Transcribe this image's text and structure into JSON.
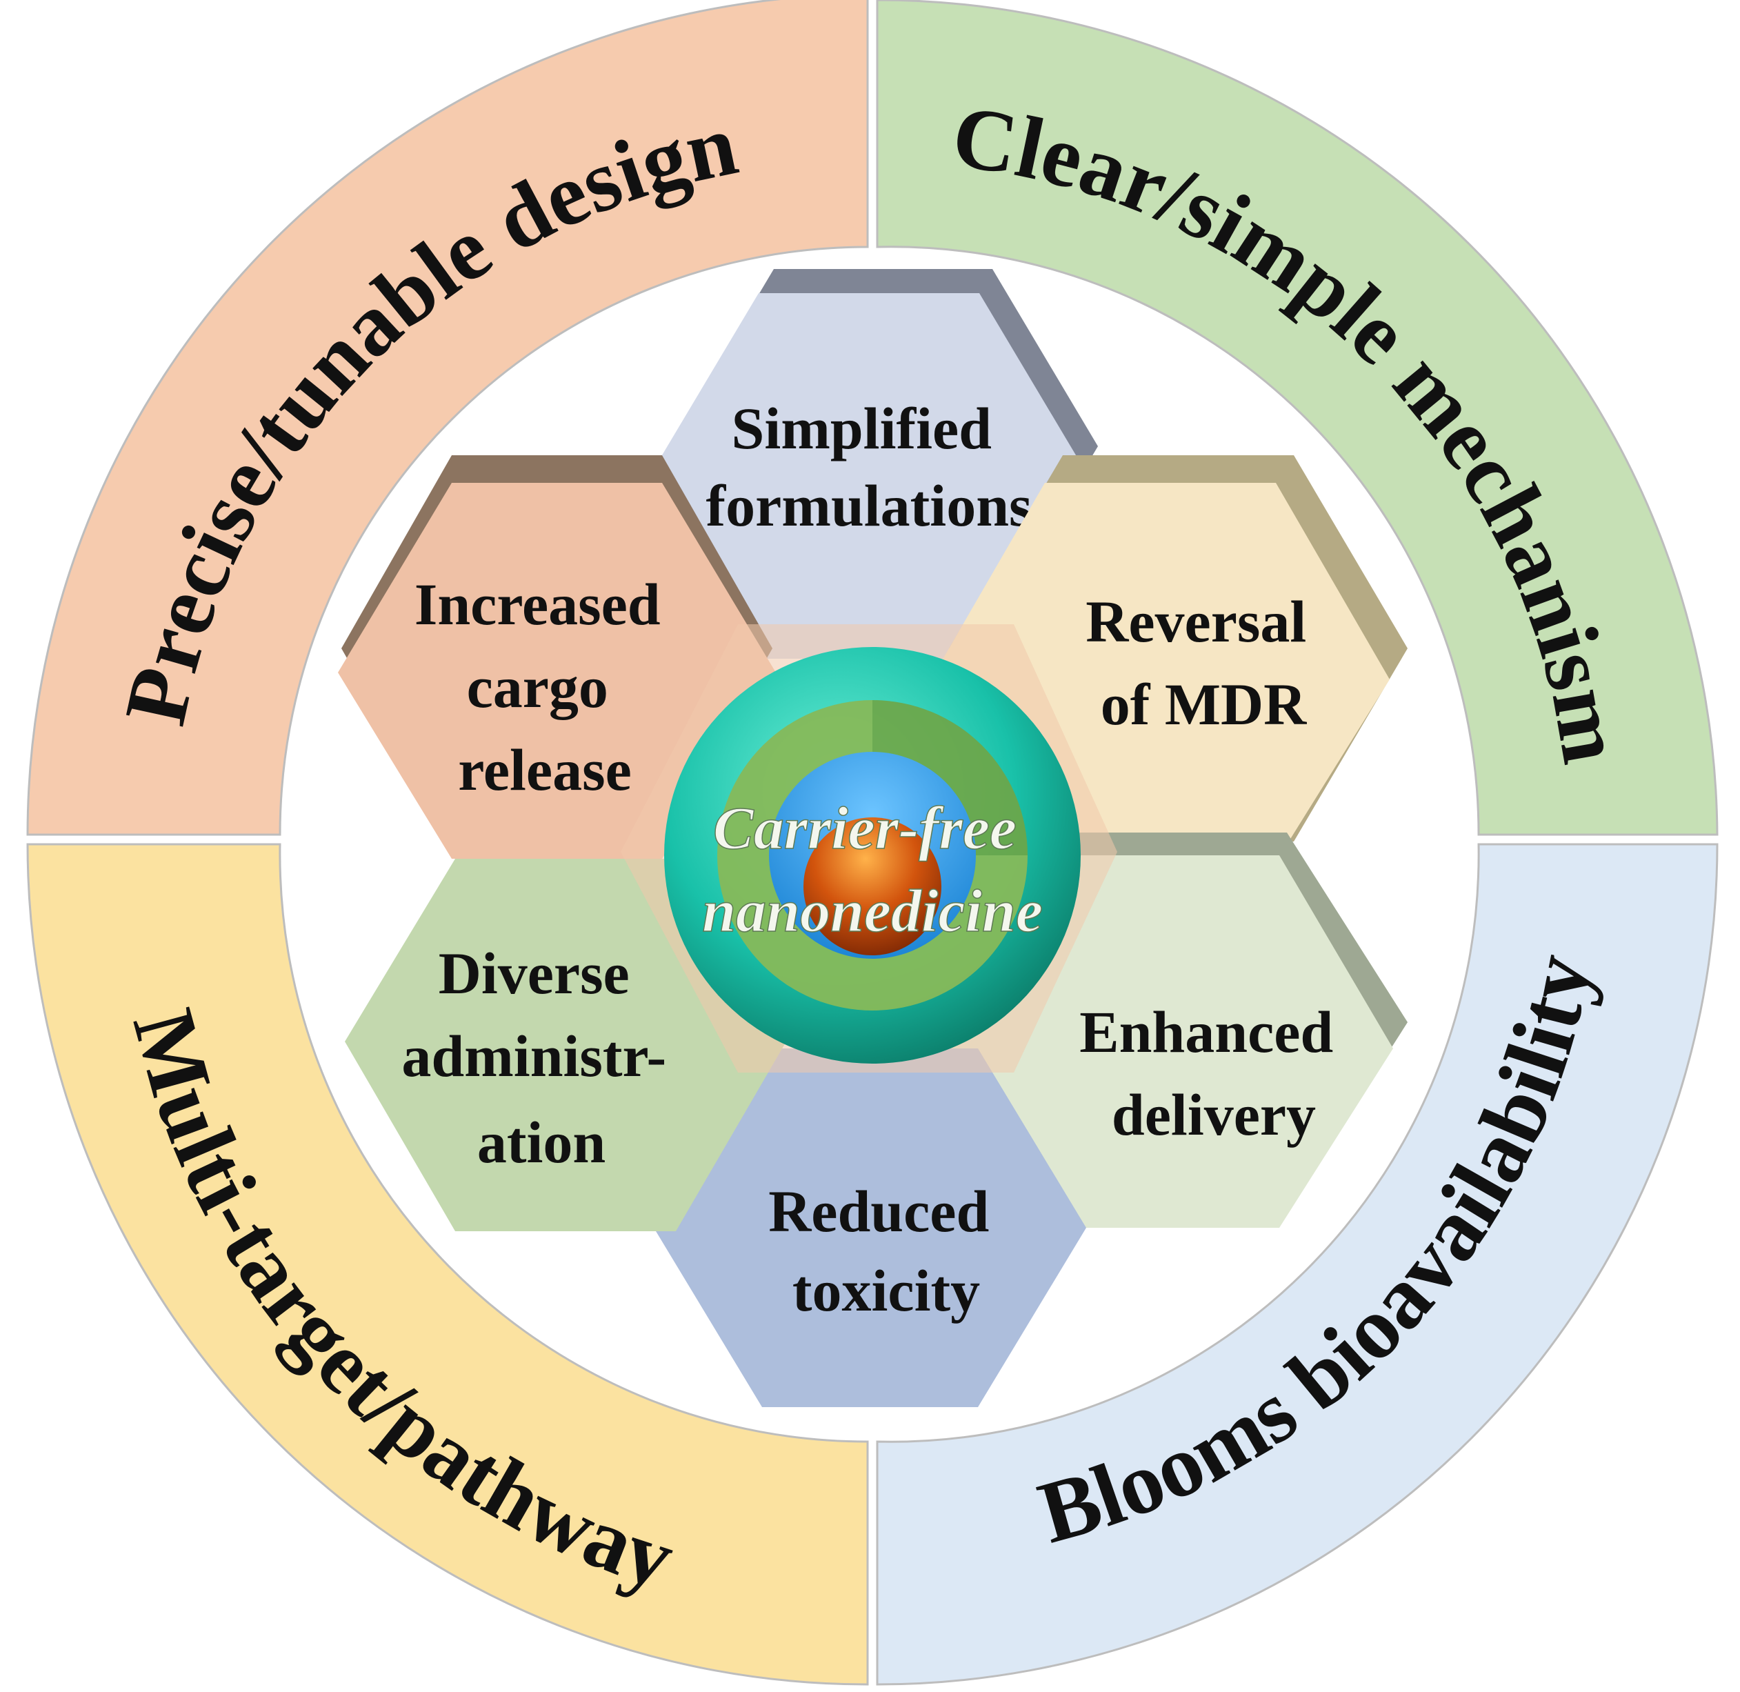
{
  "outer_ring": {
    "top_left": {
      "label": "Precise/tunable design",
      "color": "#f6cbae"
    },
    "top_right": {
      "label": "Clear/simple mechanism",
      "color": "#c6e0b5"
    },
    "bottom_right": {
      "label": "Blooms bioavailability",
      "color": "#dce8f5"
    },
    "bottom_left": {
      "label": "Multi-target/pathway",
      "color": "#fbe2a0"
    }
  },
  "hexagons": {
    "top": {
      "lines": [
        "Simplified",
        "formulations"
      ],
      "color": "#d2d9e9"
    },
    "upper_right": {
      "lines": [
        "Reversal",
        "of MDR"
      ],
      "color": "#f6e6c4"
    },
    "lower_right": {
      "lines": [
        "Enhanced",
        "delivery"
      ],
      "color": "#dfe8d2"
    },
    "bottom": {
      "lines": [
        "Reduced",
        "toxicity"
      ],
      "color": "#adbedc"
    },
    "lower_left": {
      "lines": [
        "Diverse",
        "administr-",
        "ation"
      ],
      "color": "#c3d8ae"
    },
    "upper_left": {
      "lines": [
        "Increased",
        "cargo",
        "release"
      ],
      "color": "#efc1a6"
    }
  },
  "center": {
    "lines": [
      "Carrier-free",
      "nanonedicine"
    ],
    "sphere_colors": {
      "shell": "#19c1a9",
      "green": "#86b95a",
      "blue": "#2f9ee6",
      "core": "#d2540d"
    }
  }
}
